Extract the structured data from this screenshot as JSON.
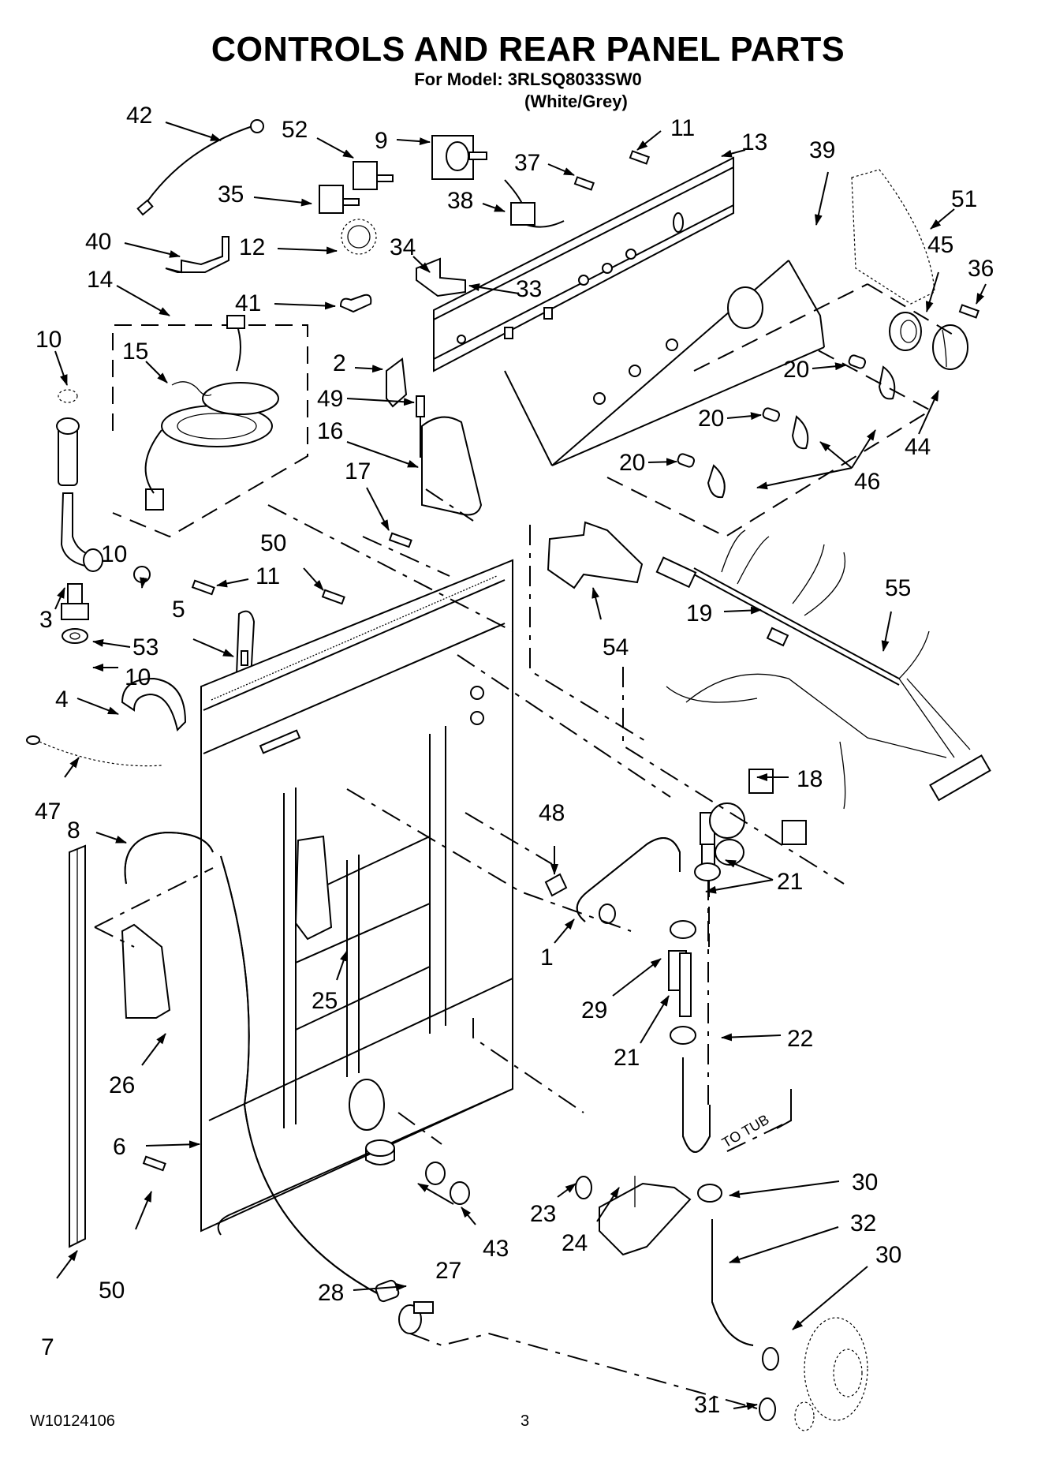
{
  "header": {
    "title": "CONTROLS AND REAR PANEL PARTS",
    "model_line": "For Model: 3RLSQ8033SW0",
    "color_variant": "(White/Grey)"
  },
  "footer": {
    "document_number": "W10124106",
    "page_number": "3"
  },
  "annotations": {
    "to_tub": "TO TUB"
  },
  "callouts": [
    {
      "id": "c42",
      "label": "42"
    },
    {
      "id": "c52",
      "label": "52"
    },
    {
      "id": "c9",
      "label": "9"
    },
    {
      "id": "c11a",
      "label": "11"
    },
    {
      "id": "c13",
      "label": "13"
    },
    {
      "id": "c39",
      "label": "39"
    },
    {
      "id": "c37",
      "label": "37"
    },
    {
      "id": "c38",
      "label": "38"
    },
    {
      "id": "c35",
      "label": "35"
    },
    {
      "id": "c51",
      "label": "51"
    },
    {
      "id": "c40",
      "label": "40"
    },
    {
      "id": "c12",
      "label": "12"
    },
    {
      "id": "c34",
      "label": "34"
    },
    {
      "id": "c45",
      "label": "45"
    },
    {
      "id": "c36",
      "label": "36"
    },
    {
      "id": "c14",
      "label": "14"
    },
    {
      "id": "c33",
      "label": "33"
    },
    {
      "id": "c41",
      "label": "41"
    },
    {
      "id": "c10a",
      "label": "10"
    },
    {
      "id": "c15",
      "label": "15"
    },
    {
      "id": "c2",
      "label": "2"
    },
    {
      "id": "c20a",
      "label": "20"
    },
    {
      "id": "c49",
      "label": "49"
    },
    {
      "id": "c20b",
      "label": "20"
    },
    {
      "id": "c16",
      "label": "16"
    },
    {
      "id": "c44",
      "label": "44"
    },
    {
      "id": "c20c",
      "label": "20"
    },
    {
      "id": "c46",
      "label": "46"
    },
    {
      "id": "c17",
      "label": "17"
    },
    {
      "id": "c50a",
      "label": "50"
    },
    {
      "id": "c10b",
      "label": "10"
    },
    {
      "id": "c11b",
      "label": "11"
    },
    {
      "id": "c55",
      "label": "55"
    },
    {
      "id": "c3",
      "label": "3"
    },
    {
      "id": "c5",
      "label": "5"
    },
    {
      "id": "c19",
      "label": "19"
    },
    {
      "id": "c53",
      "label": "53"
    },
    {
      "id": "c54",
      "label": "54"
    },
    {
      "id": "c10c",
      "label": "10"
    },
    {
      "id": "c4",
      "label": "4"
    },
    {
      "id": "c18",
      "label": "18"
    },
    {
      "id": "c47",
      "label": "47"
    },
    {
      "id": "c8",
      "label": "8"
    },
    {
      "id": "c48",
      "label": "48"
    },
    {
      "id": "c21a",
      "label": "21"
    },
    {
      "id": "c1",
      "label": "1"
    },
    {
      "id": "c25",
      "label": "25"
    },
    {
      "id": "c29",
      "label": "29"
    },
    {
      "id": "c21b",
      "label": "21"
    },
    {
      "id": "c22",
      "label": "22"
    },
    {
      "id": "c26",
      "label": "26"
    },
    {
      "id": "c6",
      "label": "6"
    },
    {
      "id": "c23",
      "label": "23"
    },
    {
      "id": "c30a",
      "label": "30"
    },
    {
      "id": "c24",
      "label": "24"
    },
    {
      "id": "c32",
      "label": "32"
    },
    {
      "id": "c30b",
      "label": "30"
    },
    {
      "id": "c43",
      "label": "43"
    },
    {
      "id": "c27",
      "label": "27"
    },
    {
      "id": "c50b",
      "label": "50"
    },
    {
      "id": "c7",
      "label": "7"
    },
    {
      "id": "c28",
      "label": "28"
    },
    {
      "id": "c31",
      "label": "31"
    }
  ]
}
